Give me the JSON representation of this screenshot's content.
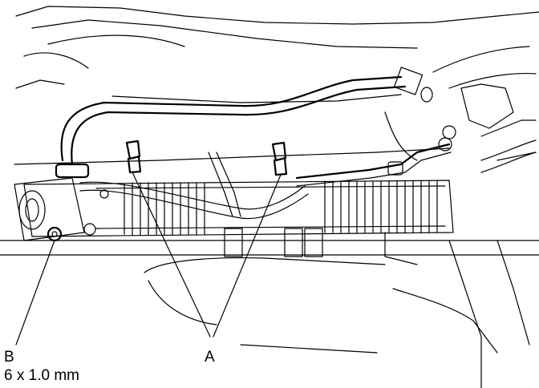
{
  "callouts": {
    "a": {
      "letter": "A"
    },
    "b": {
      "letter": "B",
      "spec": "6 x 1.0 mm"
    }
  }
}
